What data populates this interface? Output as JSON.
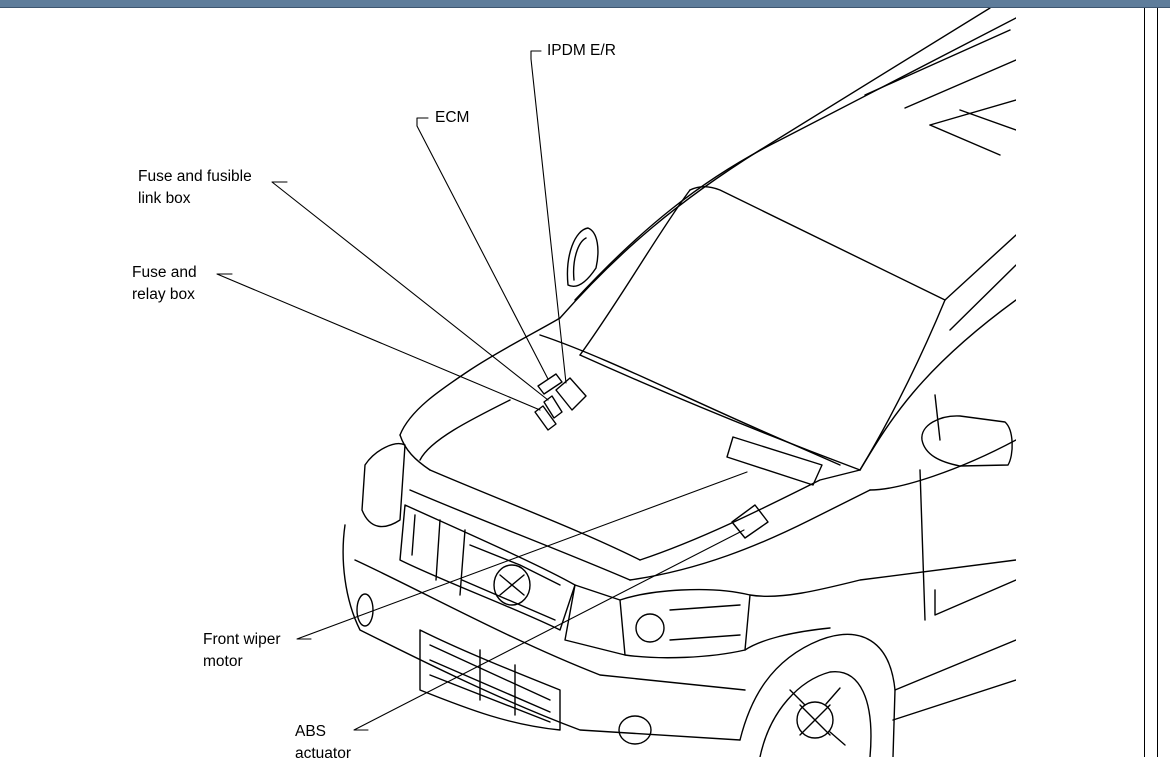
{
  "labels": {
    "ipdm": "IPDM E/R",
    "ecm": "ECM",
    "fuse_fusible_1": "Fuse and fusible",
    "fuse_fusible_2": "link box",
    "fuse_relay_1": "Fuse and",
    "fuse_relay_2": "relay box",
    "wiper_1": "Front wiper",
    "wiper_2": "motor",
    "abs_1": "ABS",
    "abs_2": "actuator"
  },
  "colors": {
    "titlebar": "#5f7d9b",
    "line": "#000000"
  }
}
